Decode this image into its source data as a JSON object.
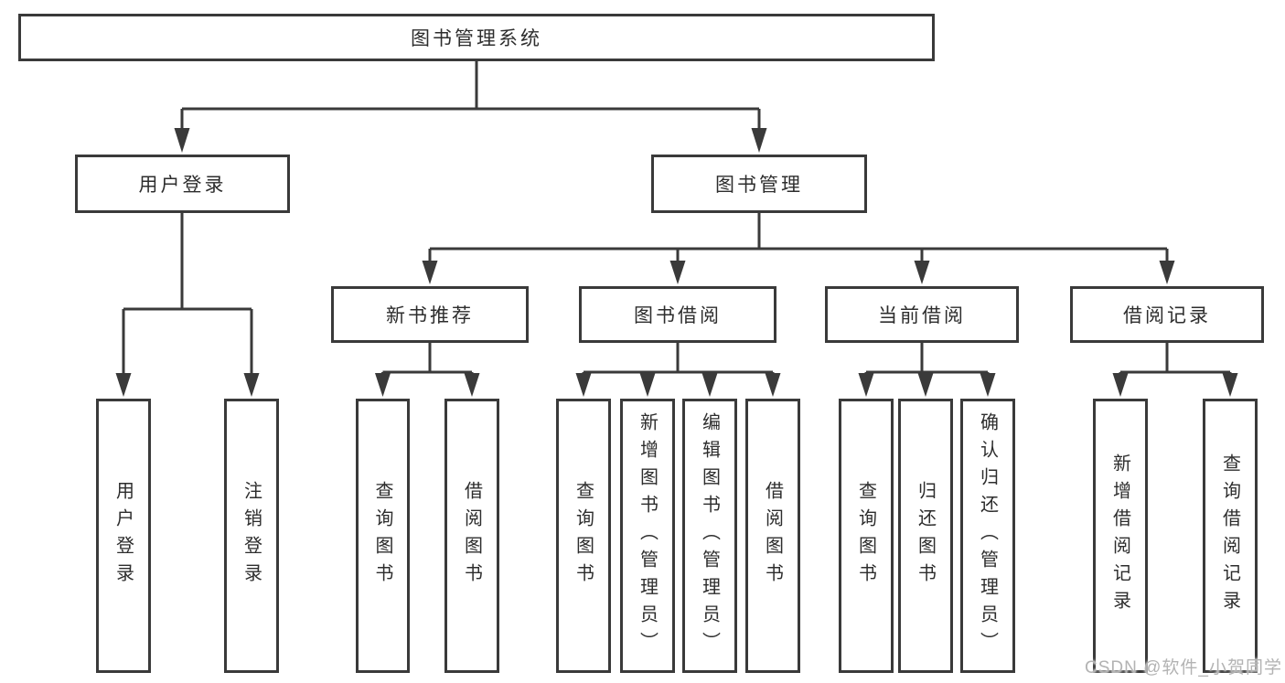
{
  "diagram": {
    "root": "图书管理系统",
    "level2": {
      "user_login": "用户登录",
      "book_management": "图书管理"
    },
    "level3": {
      "new_book": "新书推荐",
      "book_borrow": "图书借阅",
      "current_borrow": "当前借阅",
      "borrow_record": "借阅记录"
    },
    "leaves": {
      "user_login": [
        "用户登录",
        "注销登录"
      ],
      "new_book": [
        "查询图书",
        "借阅图书"
      ],
      "book_borrow": [
        "查询图书",
        "新增图书（管理员）",
        "编辑图书（管理员）",
        "借阅图书"
      ],
      "current_borrow": [
        "查询图书",
        "归还图书",
        "确认归还（管理员）"
      ],
      "borrow_record": [
        "新增借阅记录",
        "查询借阅记录"
      ]
    }
  },
  "watermark": "CSDN @软件_小贺同学",
  "colors": {
    "line": "#3a3a3a",
    "text": "#2d2d2d",
    "watermark": "#b3b3b3"
  }
}
